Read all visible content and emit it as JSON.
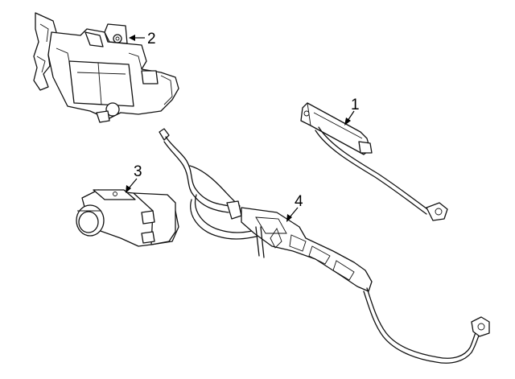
{
  "callouts": [
    {
      "id": "1",
      "label": "1",
      "part": "antenna-module"
    },
    {
      "id": "2",
      "label": "2",
      "part": "sensor-bracket"
    },
    {
      "id": "3",
      "label": "3",
      "part": "parking-sensor"
    },
    {
      "id": "4",
      "label": "4",
      "part": "wiring-harness"
    }
  ],
  "colors": {
    "line": "#111111",
    "background": "#ffffff"
  }
}
